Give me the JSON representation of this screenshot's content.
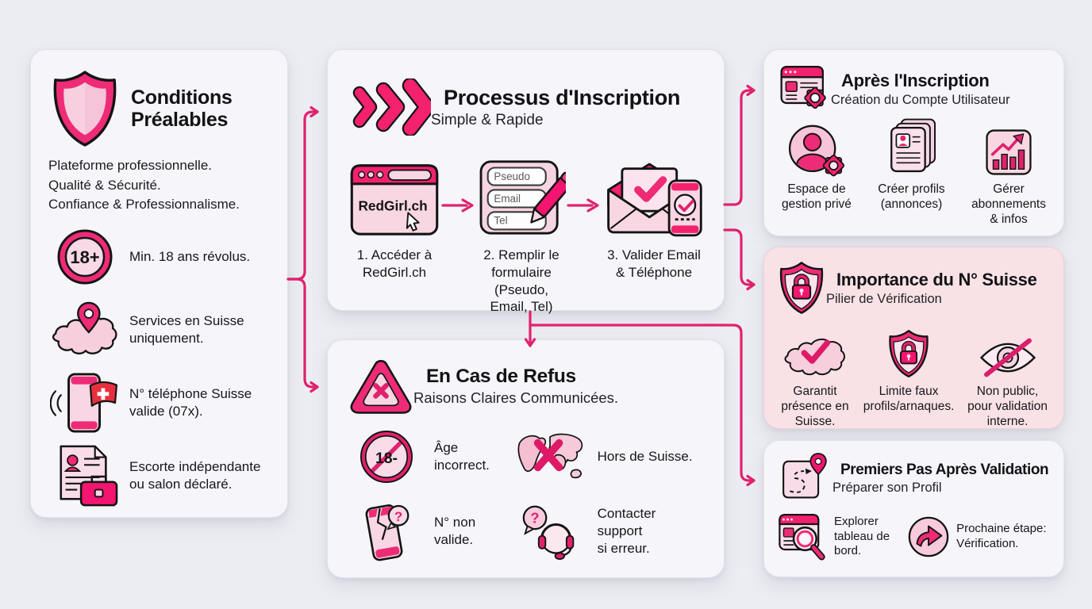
{
  "colors": {
    "accent": "#E0226E",
    "accent_bright": "#F4216E",
    "icon_pink": "#EE2B76",
    "light_pink": "#F8D7E3",
    "page_bg": "#ECEDF2",
    "card_bg": "#F6F6FA",
    "pink_card_bg": "#F9E2E6",
    "swiss_flag_red": "#E6303F",
    "outline": "#141414"
  },
  "cards": {
    "conditions": {
      "title": "Conditions\nPréalables",
      "intro_lines": [
        "Plateforme professionnelle.",
        "Qualité & Sécurité.",
        "Confiance & Professionnalisme."
      ],
      "items": [
        {
          "icon": "18-plus-badge-icon",
          "badge": "18+",
          "text": "Min. 18 ans révolus."
        },
        {
          "icon": "switzerland-map-pin-icon",
          "text": "Services en Suisse\nuniquement."
        },
        {
          "icon": "swiss-phone-icon",
          "text": "N° téléphone Suisse\nvalide (07x)."
        },
        {
          "icon": "escort-documents-icon",
          "text": "Escorte indépendante\nou salon déclaré."
        }
      ]
    },
    "process": {
      "title": "Processus d'Inscription",
      "subtitle": "Simple & Rapide",
      "steps": [
        {
          "icon": "browser-redgirl-icon",
          "browser_label": "RedGirl.ch",
          "caption": "1. Accéder à\nRedGirl.ch"
        },
        {
          "icon": "signup-form-icon",
          "form_fields": [
            "Pseudo",
            "Email",
            "Tel"
          ],
          "caption": "2. Remplir le\nformulaire\n(Pseudo, Email, Tel)"
        },
        {
          "icon": "email-phone-validate-icon",
          "caption": "3. Valider Email\n& Téléphone"
        }
      ]
    },
    "refus": {
      "title": "En Cas de Refus",
      "subtitle": "Raisons Claires Communicées.",
      "items": [
        {
          "icon": "18-minus-badge-icon",
          "badge": "18-",
          "text": "Âge\nincorrect."
        },
        {
          "icon": "world-map-cross-icon",
          "text": "Hors de Suisse."
        },
        {
          "icon": "broken-phone-icon",
          "bubble": "?",
          "text": "N° non valide."
        },
        {
          "icon": "support-headset-icon",
          "bubble": "?",
          "text": "Contacter support\nsi erreur."
        }
      ]
    },
    "apres": {
      "title": "Après l'Inscription",
      "subtitle": "Création du Compte Utilisateur",
      "items": [
        {
          "icon": "private-space-user-gear-icon",
          "text": "Espace de\ngestion privé"
        },
        {
          "icon": "create-profiles-icon",
          "text": "Créer profils\n(annonces)"
        },
        {
          "icon": "manage-subscriptions-chart-icon",
          "text": "Gérer\nabonnements\n& infos"
        }
      ]
    },
    "importance": {
      "title": "Importance du N° Suisse",
      "subtitle": "Pilier de Vérification",
      "items": [
        {
          "icon": "swiss-presence-check-icon",
          "text": "Garantit\nprésence en\nSuisse."
        },
        {
          "icon": "anti-fraud-shield-lock-icon",
          "text": "Limite faux\nprofils/arnaques."
        },
        {
          "icon": "non-public-eye-slash-icon",
          "text": "Non public,\npour validation\ninterne."
        }
      ]
    },
    "premiers": {
      "title": "Premiers Pas Après Validation",
      "subtitle": "Préparer son Profil",
      "items": [
        {
          "icon": "dashboard-explore-icon",
          "text": "Explorer\ntableau de\nbord."
        },
        {
          "icon": "next-step-arrow-icon",
          "text": "Prochaine étape:\nVérification."
        }
      ]
    }
  }
}
